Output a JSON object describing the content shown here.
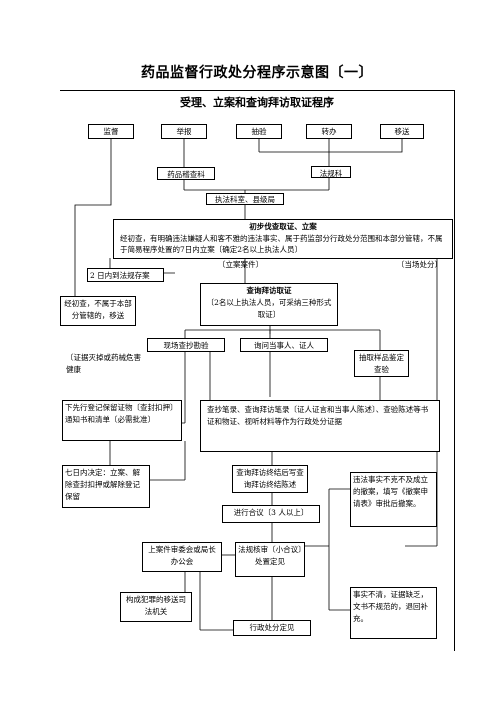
{
  "title": "药品监督行政处分程序示意图〔一〕",
  "subtitle": "受理、立案和查询拜访取证程序",
  "sources": {
    "jiandu": "监督",
    "jubao": "举报",
    "choujian": "抽验",
    "zhuanban": "转办",
    "yisong": "移送"
  },
  "depts": {
    "jicha": "药品稽查科",
    "fagui": "法规科"
  },
  "exec": "执法科室、县级局",
  "verify": {
    "title": "初步伐查取证、立案",
    "body": "经初查，有明确违法嫌疑人和客不雅的违法事实、属于药监部分行政处分范围和本部分管辖，不属于简易程序处置的7日内立案〔确定2名以上执法人员〕"
  },
  "case_label": "〔立案案件〕",
  "onsite_label": "〔当场处分〕",
  "two_days": "2 日内到法规存案",
  "not_within": "经初查，不属于本部分管辖的，移送",
  "survey": {
    "title": "查询拜访取证",
    "body": "〔2名以上执法人员，可采纳三种形式取证〕"
  },
  "methods": {
    "onsite": "现场查抄勘验",
    "inquiry": "询问当事人、证人",
    "sample": "抽取样品鉴定查验"
  },
  "evidence_risk": "〔证据灭掉或药械危害健康",
  "seize": "下先行登记保留证物〔查封扣押〕通知书和清单〔必需批准〕",
  "record": "查抄笔录、查询拜访笔录〔证人证言和当事人陈述〕、查验陈述等书证和物证、视听材料等作为行政处分证据",
  "seven_days": "七日内决定：立案、解除查封扣押或解除登记保留",
  "end_report": "查询拜访终结后写查询拜访终结陈述",
  "collective": "进行合议〔3 人以上〕",
  "illegal_fact": "违法事实不克不及成立的撤案，填写《撤案申请表》审批后撤案。",
  "review": "法规核审〔小合议〕处置定见",
  "committee": "上案件审委会或局长办公会",
  "unclear": "事实不清，证据缺乏，文书不规范的，退回补充。",
  "crime": "构成犯罪的移送司法机关",
  "decision": "行政处分定见"
}
